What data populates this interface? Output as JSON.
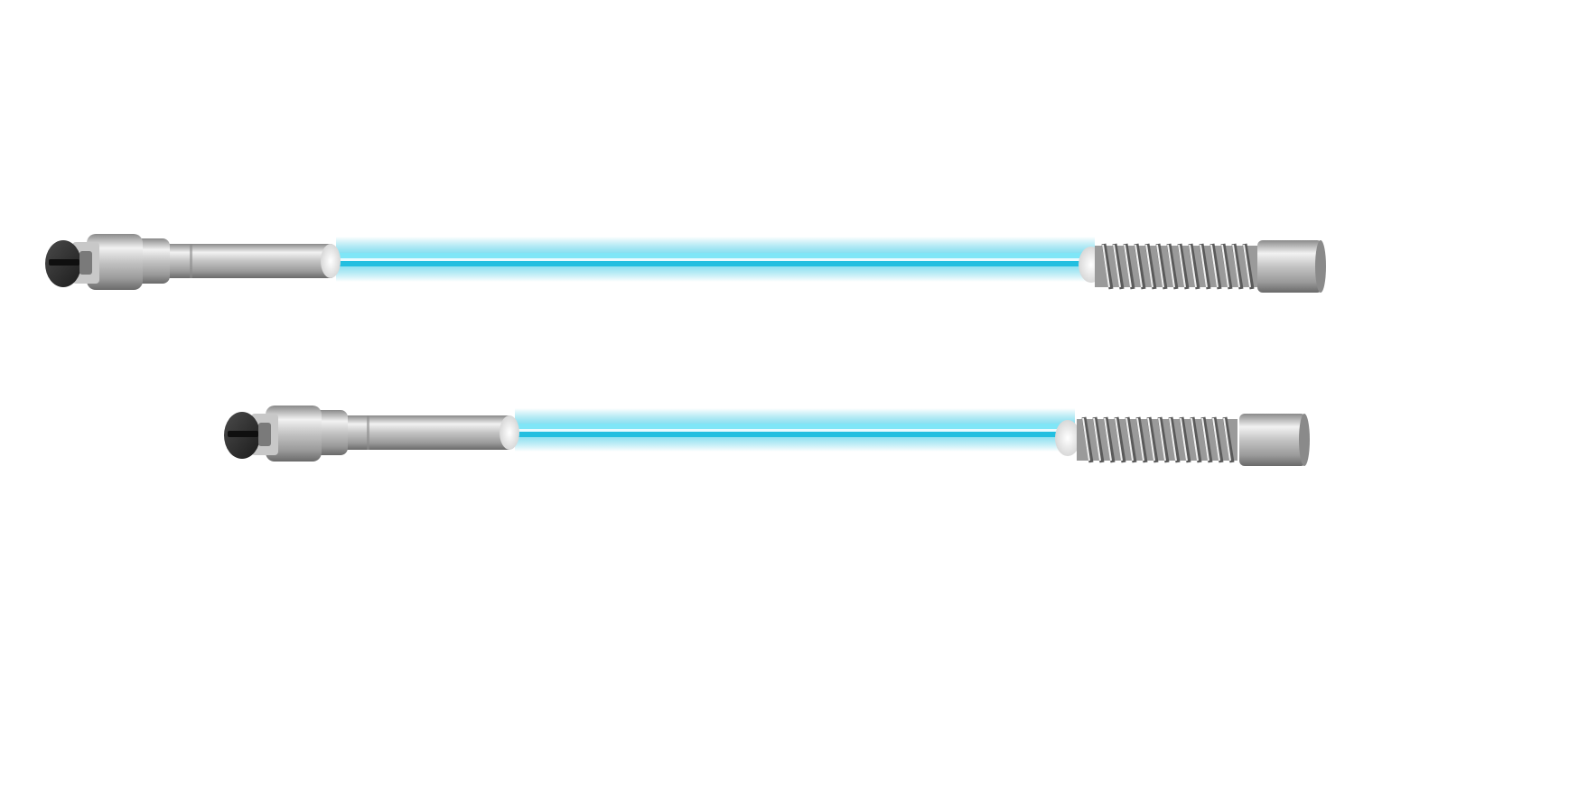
{
  "scene": {
    "background_color": "#ffffff",
    "subject": "two-fluorescent-tube-electrode-assemblies",
    "colors": {
      "glow": "#00b4d8",
      "tube_core": "#e8fbff",
      "metal_light": "#eeeeee",
      "metal_mid": "#b8b8b8",
      "metal_dark": "#6a6a6a",
      "cap_face": "#2a2a2a"
    }
  },
  "lamps": [
    {
      "name": "upper-lamp",
      "left_icon": "clamp-connector-icon",
      "right_icon": "spring-terminal-icon"
    },
    {
      "name": "lower-lamp",
      "left_icon": "clamp-connector-icon",
      "right_icon": "spring-terminal-icon"
    }
  ]
}
